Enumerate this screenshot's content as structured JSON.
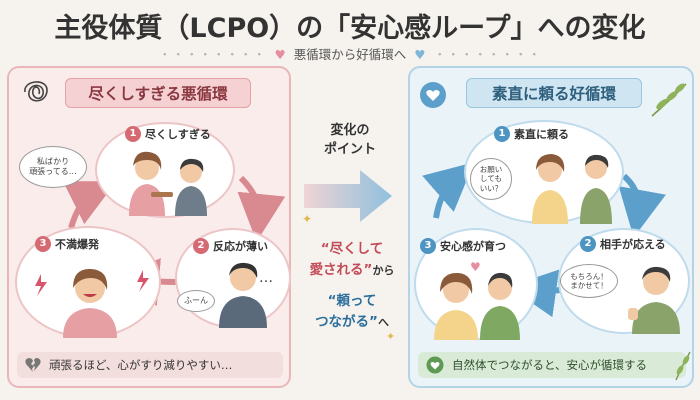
{
  "header": {
    "title": "主役体質（LCPO）の「安心感ループ」への変化",
    "subtitle": "悪循環から好循環へ"
  },
  "left_panel": {
    "title": "尽くしすぎる悪循環",
    "steps": [
      {
        "num": "1",
        "label": "尽くしすぎる"
      },
      {
        "num": "2",
        "label": "反応が薄い"
      },
      {
        "num": "3",
        "label": "不満爆発"
      }
    ],
    "bubbles": {
      "thought": "私ばかり\n頑張ってる…",
      "reply": "ふーん",
      "ellipsis": "…"
    },
    "footer": "頑張るほど、心がすり減りやすい…"
  },
  "center": {
    "label_line1": "変化の",
    "label_line2": "ポイント",
    "phrase1_big": "“尽くして\n愛される”",
    "phrase1_small": "から",
    "phrase2_big": "“頼って\nつながる”",
    "phrase2_small": "へ"
  },
  "right_panel": {
    "title": "素直に頼る好循環",
    "steps": [
      {
        "num": "1",
        "label": "素直に頼る"
      },
      {
        "num": "2",
        "label": "相手が応える"
      },
      {
        "num": "3",
        "label": "安心感が育つ"
      }
    ],
    "bubbles": {
      "ask": "お願い\nしても\nいい？",
      "answer": "もちろん！\nまかせて！"
    },
    "footer": "自然体でつながると、安心が循環する"
  },
  "colors": {
    "bad_accent": "#d66a73",
    "good_accent": "#4e94c2",
    "good_footer": "#d9ebd6"
  }
}
